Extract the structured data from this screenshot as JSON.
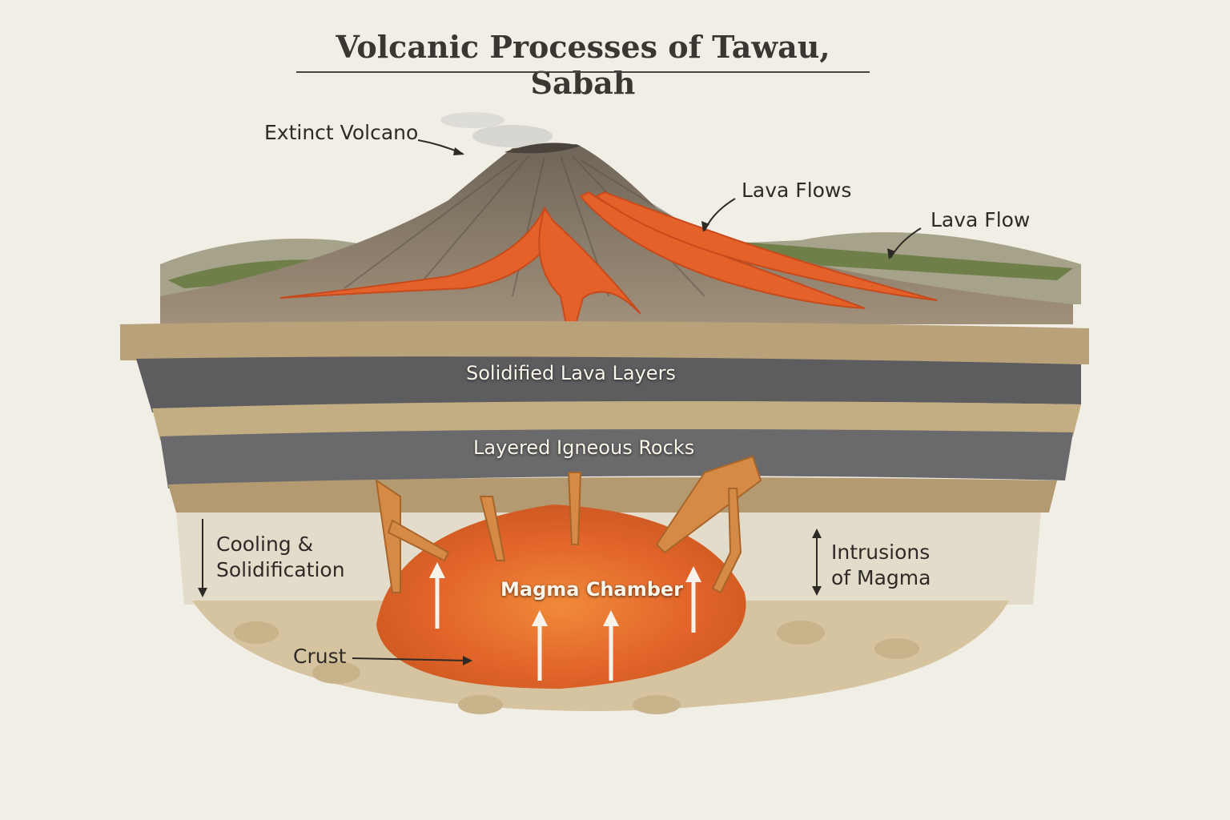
{
  "title": "Volcanic Processes of Tawau, Sabah",
  "labels": {
    "extinct_volcano": "Extinct Volcano",
    "lava_flows": "Lava Flows",
    "lava_flow": "Lava Flow",
    "solidified_lava_layers": "Solidified Lava Layers",
    "layered_igneous_rocks": "Layered Igneous Rocks",
    "cooling_line1": "Cooling &",
    "cooling_line2": "Solidification",
    "intrusions_line1": "Intrusions",
    "intrusions_line2": "of Magma",
    "magma_chamber": "Magma Chamber",
    "crust": "Crust"
  },
  "colors": {
    "paper": "#f1eee6",
    "lava": "#e4622a",
    "magma": "#e8752f",
    "dark_rock": "#5d5d60",
    "sediment": "#b9a27a"
  }
}
